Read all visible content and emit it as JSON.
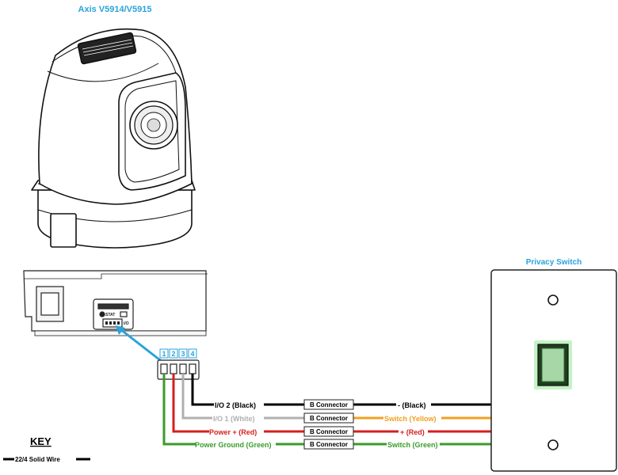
{
  "camera": {
    "title": "Axis V5914/V5915"
  },
  "switch": {
    "title": "Privacy Switch"
  },
  "board": {
    "stat_label": "STAT",
    "io_label": "I/O"
  },
  "pin_numbers": [
    "1",
    "2",
    "3",
    "4"
  ],
  "colors": {
    "accent": "#29a3dc",
    "black": "#000000",
    "white_wire": "#b0b0b0",
    "red": "#d61f1f",
    "green": "#3a9c2a",
    "yellow": "#f0a020",
    "switch_glow": "#55dd55"
  },
  "wires": [
    {
      "left_label": "I/O 2 (Black)",
      "connector": "B Connector",
      "right_label": "- (Black)",
      "left_color": "#000000",
      "right_color": "#000000"
    },
    {
      "left_label": "I/O 1 (White)",
      "connector": "B Connector",
      "right_label": "Switch (Yellow)",
      "left_color": "#b0b0b0",
      "right_color": "#f0a020"
    },
    {
      "left_label": "Power + (Red)",
      "connector": "B Connector",
      "right_label": "+ (Red)",
      "left_color": "#d61f1f",
      "right_color": "#d61f1f"
    },
    {
      "left_label": "Power Ground (Green)",
      "connector": "B Connector",
      "right_label": "Switch (Green)",
      "left_color": "#3a9c2a",
      "right_color": "#3a9c2a"
    }
  ],
  "key": {
    "title": "KEY",
    "item": "22/4 Solid Wire"
  }
}
